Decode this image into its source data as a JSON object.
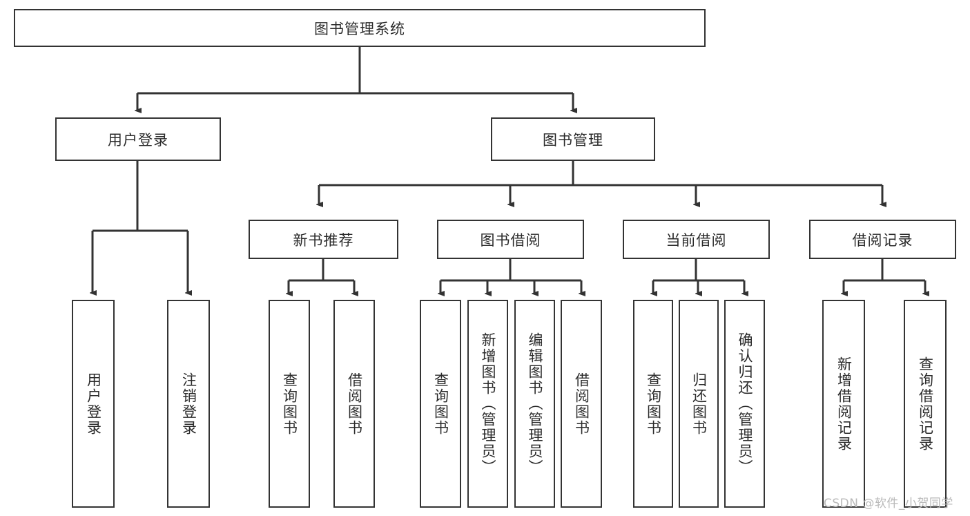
{
  "diagram": {
    "title_node": {
      "label": "图书管理系统"
    },
    "level1": [
      {
        "label": "用户登录"
      },
      {
        "label": "图书管理"
      }
    ],
    "level2": [
      {
        "label": "新书推荐"
      },
      {
        "label": "图书借阅"
      },
      {
        "label": "当前借阅"
      },
      {
        "label": "借阅记录"
      }
    ],
    "leaves": {
      "user_login": [
        {
          "label": "用户登录"
        },
        {
          "label": "注销登录"
        }
      ],
      "new_book_recommend": [
        {
          "label": "查询图书"
        },
        {
          "label": "借阅图书"
        }
      ],
      "book_borrow": [
        {
          "label": "查询图书"
        },
        {
          "label": "新增图书（管理员）"
        },
        {
          "label": "编辑图书（管理员）"
        },
        {
          "label": "借阅图书"
        }
      ],
      "current_borrow": [
        {
          "label": "查询图书"
        },
        {
          "label": "归还图书"
        },
        {
          "label": "确认归还（管理员）"
        }
      ],
      "borrow_record": [
        {
          "label": "新增借阅记录"
        },
        {
          "label": "查询借阅记录"
        }
      ]
    }
  },
  "watermark": {
    "text": "CSDN @软件_小贺同学"
  },
  "colors": {
    "stroke": "#333333",
    "text": "#2b2b2b",
    "background": "#ffffff",
    "watermark": "#b9b9b9"
  }
}
